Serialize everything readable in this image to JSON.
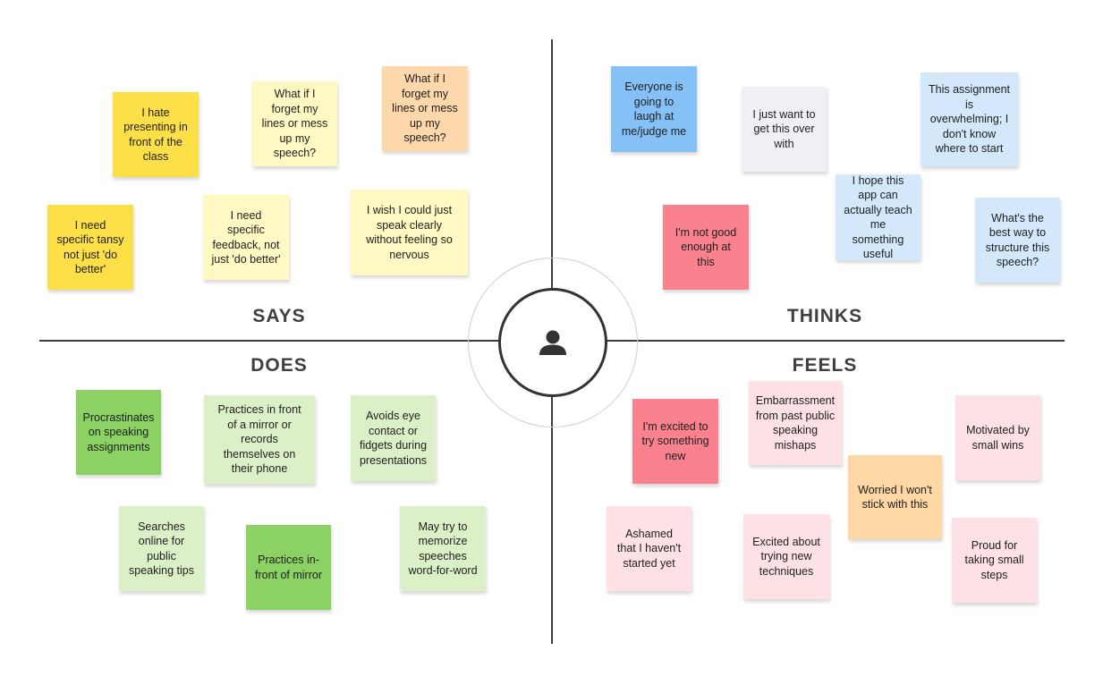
{
  "quadrants": {
    "says": "SAYS",
    "thinks": "THINKS",
    "does": "DOES",
    "feels": "FEELS"
  },
  "center_icon": "user-icon",
  "colors": {
    "yellow": "#fde047",
    "light_yellow": "#fef9c3",
    "peach": "#fed7aa",
    "blue": "#85c1f7",
    "light_blue": "#d3e9fb",
    "grey": "#eef0f4",
    "red": "#f9828e",
    "pink": "#fde1e5",
    "orange": "#fdd7a4",
    "green": "#8bd163",
    "light_green": "#dcf0c8"
  },
  "says": [
    "I hate presenting in front of the class",
    "What if I forget my lines or mess up my speech?",
    "What if I forget my lines or mess up my speech?",
    "I need specific tansy not just 'do better'",
    "I need specific feedback, not just 'do better'",
    "I wish I could just speak clearly without feeling so nervous"
  ],
  "thinks": [
    "Everyone is going to laugh at me/judge me",
    "I just want to get this over with",
    "This assignment is overwhelming; I don't know where to start",
    "I hope this app can actually teach me something useful",
    "I'm not good enough at this",
    "What's the best way to structure this speech?"
  ],
  "does": [
    "Procrastinates on speaking assignments",
    "Practices in front of a mirror or records themselves on their phone",
    "Avoids eye contact or fidgets during presentations",
    "Searches online for public speaking tips",
    "Practices in-front of mirror",
    "May try to memorize speeches word-for-word"
  ],
  "feels": [
    "I'm excited to try something new",
    "Embarrassment from past public speaking mishaps",
    "Motivated by small wins",
    "Worried I won't stick with this",
    "Ashamed that I haven't started yet",
    "Excited about trying new techniques",
    "Proud for taking small steps"
  ]
}
